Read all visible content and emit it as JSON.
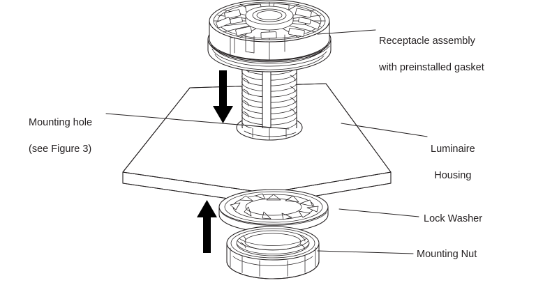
{
  "figure": {
    "type": "exploded-assembly-diagram",
    "subject": "Luminaire receptacle mounting assembly",
    "background_color": "#ffffff",
    "line_color": "#231f20",
    "arrow_color": "#000000"
  },
  "callouts": {
    "receptacle": {
      "label": "Receptacle assembly\nwith preinstalled gasket",
      "line1": "Receptacle assembly",
      "line2": "with preinstalled gasket"
    },
    "mounting_hole": {
      "label": "Mounting hole\n(see Figure 3)",
      "line1": "Mounting hole",
      "line2": "(see Figure 3)"
    },
    "luminaire_housing": {
      "label": "Luminaire\nHousing",
      "line1": "Luminaire",
      "line2": "Housing"
    },
    "lock_washer": {
      "label": "Lock Washer"
    },
    "mounting_nut": {
      "label": "Mounting Nut"
    }
  },
  "arrows": [
    {
      "name": "insertion-arrow-down",
      "direction": "down",
      "meaning": "Receptacle assembly inserts downward through mounting hole"
    },
    {
      "name": "fastening-arrow-up",
      "direction": "up",
      "meaning": "Lock washer and mounting nut install upward onto threaded stem"
    }
  ],
  "parts": [
    {
      "name": "receptacle-assembly",
      "callout": "receptacle"
    },
    {
      "name": "preinstalled-gasket",
      "callout": "receptacle"
    },
    {
      "name": "threaded-stem",
      "callout": null
    },
    {
      "name": "luminaire-housing-panel",
      "callout": "luminaire_housing"
    },
    {
      "name": "mounting-hole",
      "callout": "mounting_hole"
    },
    {
      "name": "lock-washer",
      "callout": "lock_washer"
    },
    {
      "name": "mounting-nut",
      "callout": "mounting_nut"
    }
  ]
}
